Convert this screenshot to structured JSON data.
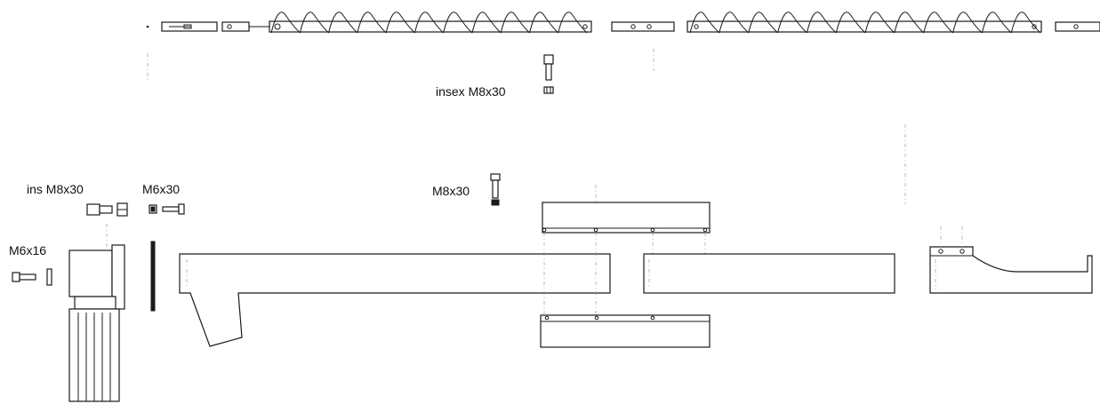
{
  "labels": {
    "insex_m8x30": "insex M8x30",
    "ins_m8x30": "ins M8x30",
    "m6x30": "M6x30",
    "m8x30": "M8x30",
    "m6x16": "M6x16"
  }
}
